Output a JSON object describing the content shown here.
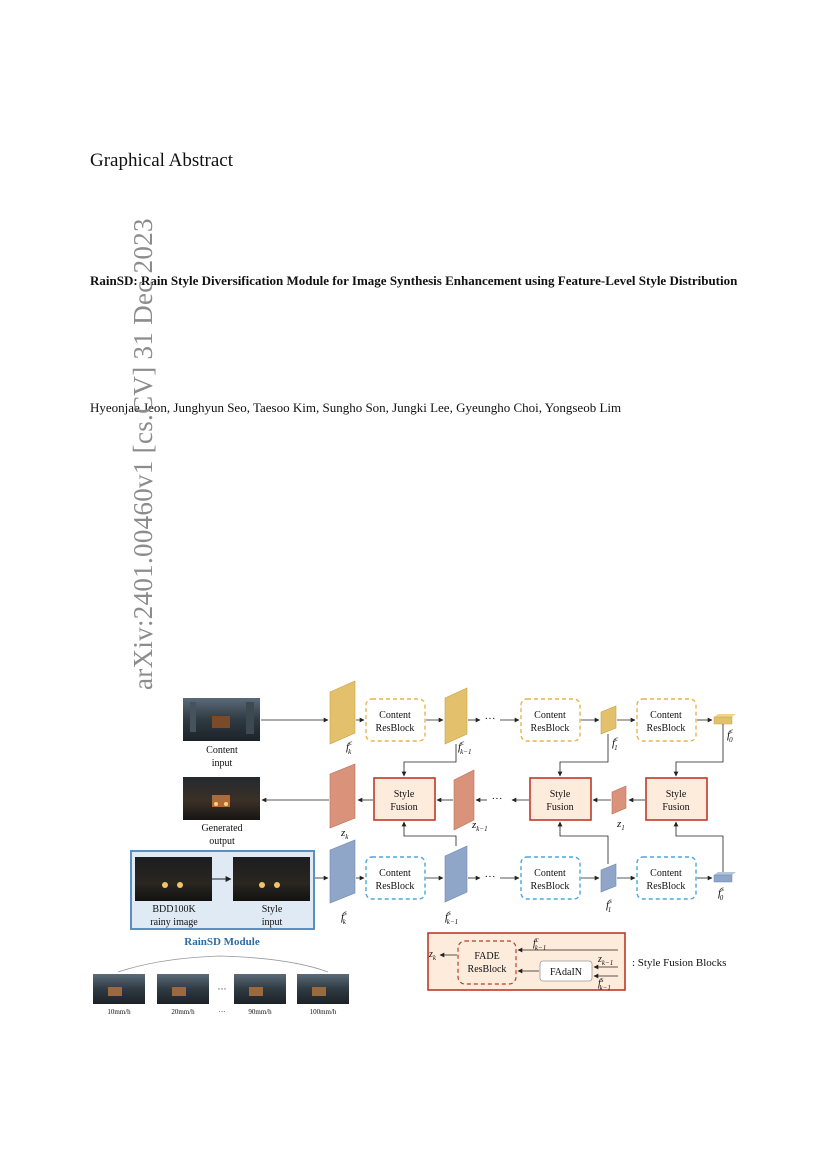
{
  "header": {
    "section": "Graphical Abstract",
    "title": "RainSD: Rain Style Diversification Module for Image Synthesis Enhancement using Feature-Level Style Distribution",
    "authors": "Hyeonjae Jeon, Junghyun Seo, Taesoo Kim, Sungho Son, Jungki Lee, Gyeungho Choi, Yongseob Lim",
    "arxiv_stamp": "arXiv:2401.00460v1  [cs.CV]  31 Dec 2023"
  },
  "figure": {
    "content_input": [
      "Content",
      "input"
    ],
    "generated_output": [
      "Generated",
      "output"
    ],
    "content_resblock": [
      "Content",
      "ResBlock"
    ],
    "style_fusion": [
      "Style",
      "Fusion"
    ],
    "bdd_label": [
      "BDD100K",
      "rainy image"
    ],
    "style_input": [
      "Style",
      "input"
    ],
    "module_label": "RainSD Module",
    "ellipsis": "···",
    "intensities": [
      "10mm/h",
      "20mm/h",
      "90mm/h",
      "100mm/h"
    ],
    "features": {
      "f": "f",
      "z": "z",
      "k": "k",
      "k_minus_1": "k−1",
      "one": "1",
      "zero": "0",
      "c": "c",
      "s": "s"
    },
    "legend": {
      "fade": [
        "FADE",
        "ResBlock"
      ],
      "fadain": "FAdaIN",
      "caption": ": Style Fusion Blocks"
    },
    "colors": {
      "content": "#e3c06b",
      "style": "#8fa6c8",
      "latent": "#d9937a",
      "fusion_border": "#c0392b",
      "fusion_fill": "#fdebdc",
      "module_fill": "#dfeaf5",
      "module_border": "#5b8fc2",
      "module_text": "#2e6da4"
    }
  }
}
